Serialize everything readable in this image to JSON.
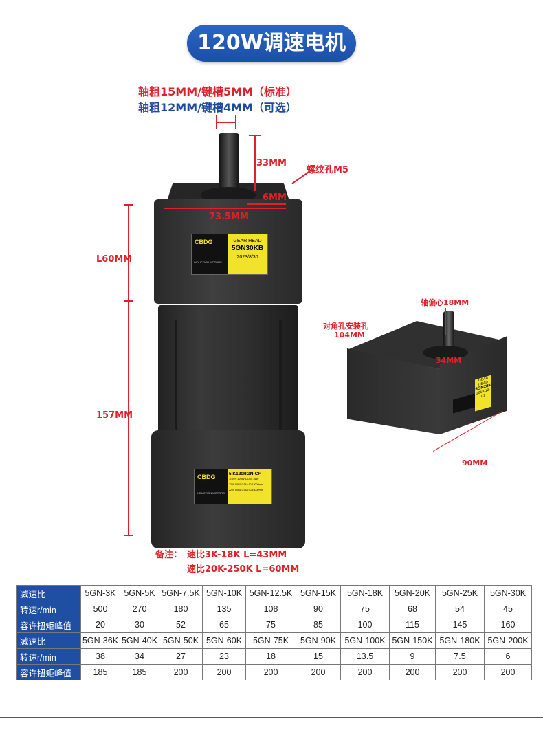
{
  "title": "120W调速电机",
  "shaft": {
    "line1": "轴粗15MM/键槽5MM（标准）",
    "line2": "轴粗12MM/键槽4MM（可选）",
    "length": "33MM",
    "key_depth": "6MM",
    "screw_hole": "螺纹孔M5",
    "width": "73.5MM"
  },
  "dims": {
    "gear_length": "L60MM",
    "motor_length": "157MM",
    "offset": "轴偏心18MM",
    "diag_label": "对角孔安装孔",
    "diag_value": "104MM",
    "hub": "34MM",
    "side": "90MM"
  },
  "gear_label": {
    "brand": "CBDG",
    "line1": "GEAR  HEAD",
    "model": "5GN30KB",
    "date": "2023/8/30",
    "sub": "INDUCTION MOTORS"
  },
  "motor_label": {
    "brand": "CBDG",
    "model": "5IK120RGN-CF",
    "spec": "1/4HP 120W CONT. 4μF",
    "l1": "220V 50HZ 0.95A 90-1300r/min",
    "l2": "220V 60HZ 0.95A 90-1600r/min",
    "sub": "INDUCTION MOTORS"
  },
  "small_label": {
    "line1": "GEAR  HEAD",
    "model": "5GN20K",
    "date": "2018-12-01"
  },
  "notes": {
    "prefix": "备注：",
    "line1": "速比3K-18K  L=43MM",
    "line2": "速比20K-250K  L=60MM"
  },
  "table": {
    "rows": [
      {
        "head": "减速比",
        "cells": [
          "5GN-3K",
          "5GN-5K",
          "5GN-7.5K",
          "5GN-10K",
          "5GN-12.5K",
          "5GN-15K",
          "5GN-18K",
          "5GN-20K",
          "5GN-25K",
          "5GN-30K"
        ]
      },
      {
        "head": "转速r/min",
        "cells": [
          "500",
          "270",
          "180",
          "135",
          "108",
          "90",
          "75",
          "68",
          "54",
          "45"
        ]
      },
      {
        "head": "容许扭矩峰值",
        "cells": [
          "20",
          "30",
          "52",
          "65",
          "75",
          "85",
          "100",
          "115",
          "145",
          "160"
        ]
      },
      {
        "head": "减速比",
        "cells": [
          "5GN-36K",
          "5GN-40K",
          "5GN-50K",
          "5GN-60K",
          "5GN-75K",
          "5GN-90K",
          "5GN-100K",
          "5GN-150K",
          "5GN-180K",
          "5GN-200K"
        ]
      },
      {
        "head": "转速r/min",
        "cells": [
          "38",
          "34",
          "27",
          "23",
          "18",
          "15",
          "13.5",
          "9",
          "7.5",
          "6"
        ]
      },
      {
        "head": "容许扭矩峰值",
        "cells": [
          "185",
          "185",
          "200",
          "200",
          "200",
          "200",
          "200",
          "200",
          "200",
          "200"
        ]
      }
    ]
  }
}
